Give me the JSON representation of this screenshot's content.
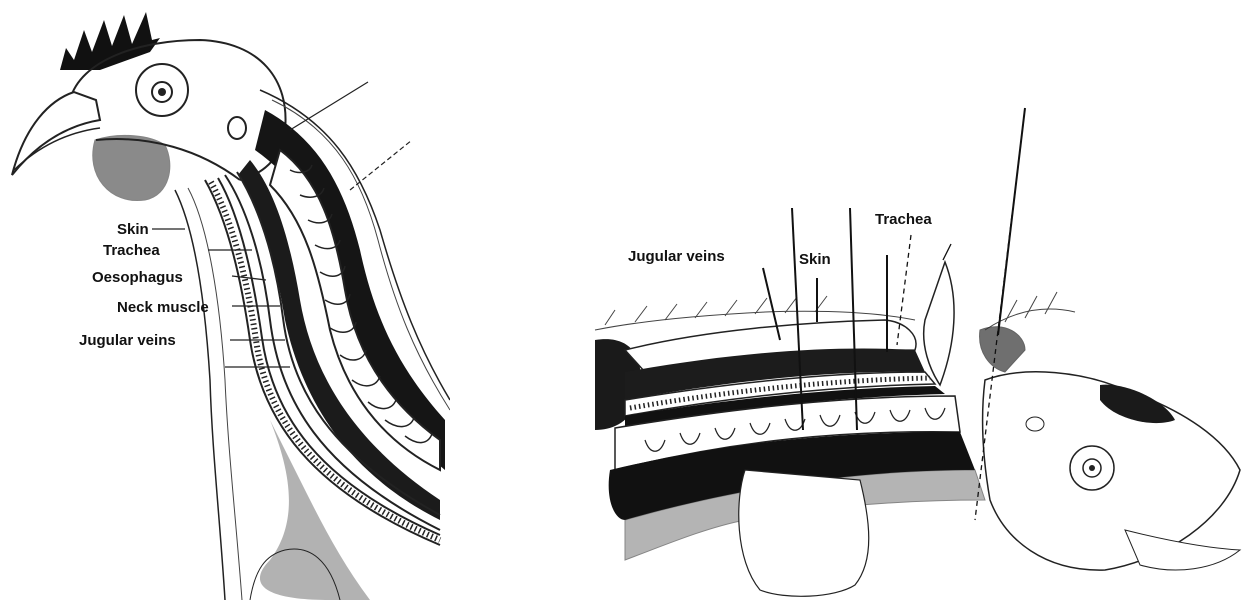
{
  "left_diagram": {
    "labels": {
      "skin": "Skin",
      "trachea": "Trachea",
      "oesophagus": "Oesophagus",
      "neck_muscle": "Neck muscle",
      "jugular_veins": "Jugular veins"
    }
  },
  "right_diagram": {
    "labels": {
      "jugular_veins": "Jugular veins",
      "skin": "Skin",
      "trachea": "Trachea"
    }
  }
}
